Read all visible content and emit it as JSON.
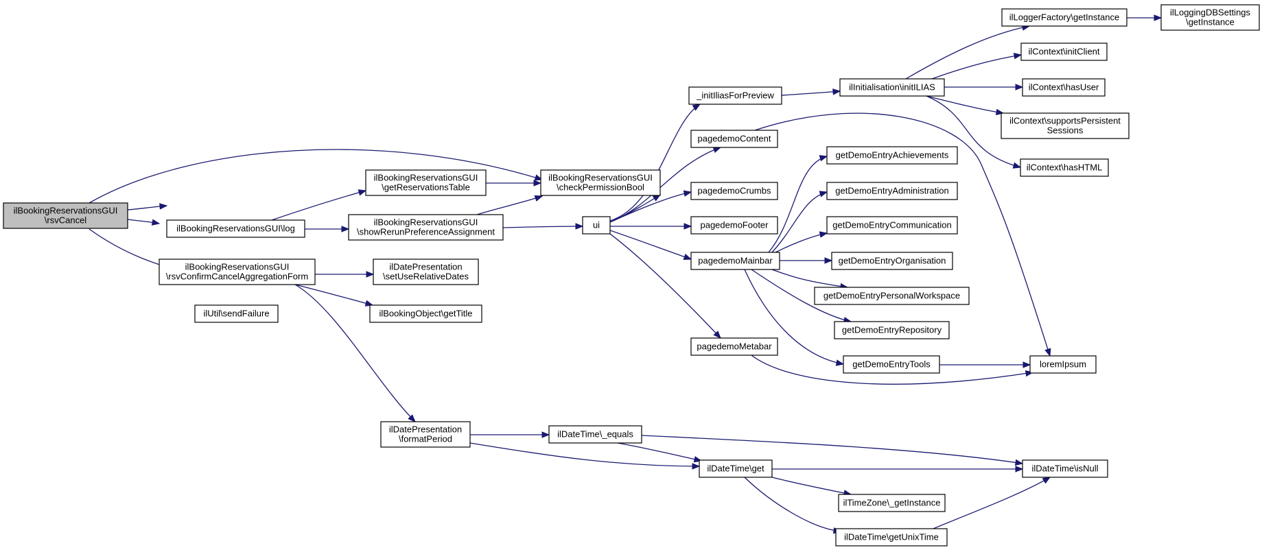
{
  "colors": {
    "edge": "#191970",
    "node_border": "#000000",
    "node_fill": "#ffffff",
    "root_fill": "#bfbfbf"
  },
  "nodes": [
    {
      "id": "root",
      "lines": [
        "ilBookingReservationsGUI",
        "\\rsvCancel"
      ],
      "highlighted": true
    },
    {
      "id": "checkPerm",
      "lines": [
        "ilBookingReservationsGUI",
        "\\checkPermissionBool"
      ]
    },
    {
      "id": "log",
      "lines": [
        "ilBookingReservationsGUI\\log"
      ]
    },
    {
      "id": "confirmForm",
      "lines": [
        "ilBookingReservationsGUI",
        "\\rsvConfirmCancelAggregationForm"
      ]
    },
    {
      "id": "sendFailure",
      "lines": [
        "ilUtil\\sendFailure"
      ]
    },
    {
      "id": "getResTable",
      "lines": [
        "ilBookingReservationsGUI",
        "\\getReservationsTable"
      ]
    },
    {
      "id": "showRerun",
      "lines": [
        "ilBookingReservationsGUI",
        "\\showRerunPreferenceAssignment"
      ]
    },
    {
      "id": "setUseRel",
      "lines": [
        "ilDatePresentation",
        "\\setUseRelativeDates"
      ]
    },
    {
      "id": "getTitle",
      "lines": [
        "ilBookingObject\\getTitle"
      ]
    },
    {
      "id": "formatPeriod",
      "lines": [
        "ilDatePresentation",
        "\\formatPeriod"
      ]
    },
    {
      "id": "ui",
      "lines": [
        "ui"
      ]
    },
    {
      "id": "initIliasPreview",
      "lines": [
        "_initIliasForPreview"
      ]
    },
    {
      "id": "pdContent",
      "lines": [
        "pagedemoContent"
      ]
    },
    {
      "id": "pdCrumbs",
      "lines": [
        "pagedemoCrumbs"
      ]
    },
    {
      "id": "pdFooter",
      "lines": [
        "pagedemoFooter"
      ]
    },
    {
      "id": "pdMainbar",
      "lines": [
        "pagedemoMainbar"
      ]
    },
    {
      "id": "pdMetabar",
      "lines": [
        "pagedemoMetabar"
      ]
    },
    {
      "id": "initILIAS",
      "lines": [
        "ilInitialisation\\initILIAS"
      ]
    },
    {
      "id": "loggerFactory",
      "lines": [
        "ilLoggerFactory\\getInstance"
      ]
    },
    {
      "id": "loggingDB",
      "lines": [
        "ilLoggingDBSettings",
        "\\getInstance"
      ]
    },
    {
      "id": "initClient",
      "lines": [
        "ilContext\\initClient"
      ]
    },
    {
      "id": "hasUser",
      "lines": [
        "ilContext\\hasUser"
      ]
    },
    {
      "id": "suppPersist",
      "lines": [
        "ilContext\\supportsPersistent",
        "Sessions"
      ]
    },
    {
      "id": "hasHTML",
      "lines": [
        "ilContext\\hasHTML"
      ]
    },
    {
      "id": "eAch",
      "lines": [
        "getDemoEntryAchievements"
      ]
    },
    {
      "id": "eAdm",
      "lines": [
        "getDemoEntryAdministration"
      ]
    },
    {
      "id": "eCom",
      "lines": [
        "getDemoEntryCommunication"
      ]
    },
    {
      "id": "eOrg",
      "lines": [
        "getDemoEntryOrganisation"
      ]
    },
    {
      "id": "ePers",
      "lines": [
        "getDemoEntryPersonalWorkspace"
      ]
    },
    {
      "id": "eRepo",
      "lines": [
        "getDemoEntryRepository"
      ]
    },
    {
      "id": "eTools",
      "lines": [
        "getDemoEntryTools"
      ]
    },
    {
      "id": "lorem",
      "lines": [
        "loremIpsum"
      ]
    },
    {
      "id": "dtEquals",
      "lines": [
        "ilDateTime\\_equals"
      ]
    },
    {
      "id": "dtGet",
      "lines": [
        "ilDateTime\\get"
      ]
    },
    {
      "id": "dtIsNull",
      "lines": [
        "ilDateTime\\isNull"
      ]
    },
    {
      "id": "tzInst",
      "lines": [
        "ilTimeZone\\_getInstance"
      ]
    },
    {
      "id": "dtUnix",
      "lines": [
        "ilDateTime\\getUnixTime"
      ]
    }
  ],
  "edges": [
    {
      "from": "root",
      "to": "checkPerm"
    },
    {
      "from": "root",
      "to": "log"
    },
    {
      "from": "root",
      "to": "confirmForm"
    },
    {
      "from": "root",
      "to": "sendFailure"
    },
    {
      "from": "log",
      "to": "getResTable"
    },
    {
      "from": "log",
      "to": "showRerun"
    },
    {
      "from": "getResTable",
      "to": "checkPerm"
    },
    {
      "from": "showRerun",
      "to": "checkPerm"
    },
    {
      "from": "showRerun",
      "to": "ui"
    },
    {
      "from": "confirmForm",
      "to": "setUseRel"
    },
    {
      "from": "confirmForm",
      "to": "getTitle"
    },
    {
      "from": "confirmForm",
      "to": "formatPeriod"
    },
    {
      "from": "ui",
      "to": "checkPerm"
    },
    {
      "from": "ui",
      "to": "initIliasPreview"
    },
    {
      "from": "ui",
      "to": "pdContent"
    },
    {
      "from": "ui",
      "to": "pdCrumbs"
    },
    {
      "from": "ui",
      "to": "pdFooter"
    },
    {
      "from": "ui",
      "to": "pdMainbar"
    },
    {
      "from": "ui",
      "to": "pdMetabar"
    },
    {
      "from": "initIliasPreview",
      "to": "initILIAS"
    },
    {
      "from": "initILIAS",
      "to": "loggerFactory"
    },
    {
      "from": "loggerFactory",
      "to": "loggingDB"
    },
    {
      "from": "initILIAS",
      "to": "initClient"
    },
    {
      "from": "initILIAS",
      "to": "hasUser"
    },
    {
      "from": "initILIAS",
      "to": "suppPersist"
    },
    {
      "from": "initILIAS",
      "to": "hasHTML"
    },
    {
      "from": "pdContent",
      "to": "lorem"
    },
    {
      "from": "pdMainbar",
      "to": "eAch"
    },
    {
      "from": "pdMainbar",
      "to": "eAdm"
    },
    {
      "from": "pdMainbar",
      "to": "eCom"
    },
    {
      "from": "pdMainbar",
      "to": "eOrg"
    },
    {
      "from": "pdMainbar",
      "to": "ePers"
    },
    {
      "from": "pdMainbar",
      "to": "eRepo"
    },
    {
      "from": "pdMainbar",
      "to": "eTools"
    },
    {
      "from": "eTools",
      "to": "lorem"
    },
    {
      "from": "pdMetabar",
      "to": "lorem"
    },
    {
      "from": "formatPeriod",
      "to": "dtEquals"
    },
    {
      "from": "formatPeriod",
      "to": "dtGet"
    },
    {
      "from": "dtEquals",
      "to": "dtGet"
    },
    {
      "from": "dtEquals",
      "to": "dtIsNull"
    },
    {
      "from": "dtGet",
      "to": "dtIsNull"
    },
    {
      "from": "dtGet",
      "to": "tzInst"
    },
    {
      "from": "dtGet",
      "to": "dtUnix"
    },
    {
      "from": "dtUnix",
      "to": "dtIsNull"
    }
  ]
}
